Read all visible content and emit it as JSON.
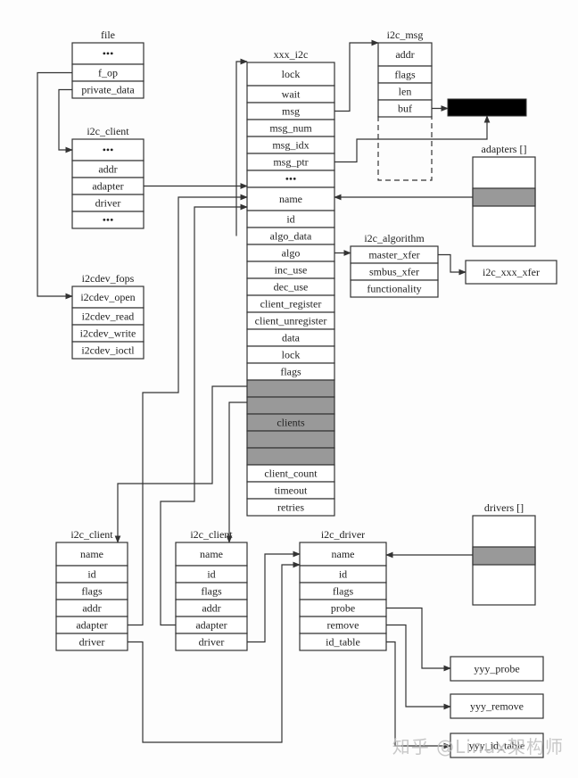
{
  "structures": {
    "file": {
      "title": "file",
      "fields": [
        "•••",
        "f_op",
        "private_data"
      ]
    },
    "i2c_client_top": {
      "title": "i2c_client",
      "fields": [
        "•••",
        "addr",
        "adapter",
        "driver",
        "•••"
      ]
    },
    "i2cdev_fops": {
      "title": "i2cdev_fops",
      "fields": [
        "i2cdev_open",
        "i2cdev_read",
        "i2cdev_write",
        "i2cdev_ioctl"
      ]
    },
    "xxx_i2c": {
      "title": "xxx_i2c",
      "fields": [
        "lock",
        "wait",
        "msg",
        "msg_num",
        "msg_idx",
        "msg_ptr",
        "•••",
        "name",
        "id",
        "algo_data",
        "algo",
        "inc_use",
        "dec_use",
        "client_register",
        "client_unregister",
        "data",
        "lock",
        "flags",
        "",
        "",
        "clients",
        "",
        "",
        "client_count",
        "timeout",
        "retries"
      ],
      "shaded_fields": [
        18,
        19,
        20,
        21,
        22
      ]
    },
    "i2c_msg": {
      "title": "i2c_msg",
      "fields": [
        "addr",
        "flags",
        "len",
        "buf"
      ]
    },
    "adapters": {
      "title": "adapters []"
    },
    "i2c_algorithm": {
      "title": "i2c_algorithm",
      "fields": [
        "master_xfer",
        "smbus_xfer",
        "functionality"
      ]
    },
    "i2c_xxx_xfer": {
      "label": "i2c_xxx_xfer"
    },
    "i2c_client_left": {
      "title": "i2c_client",
      "fields": [
        "name",
        "id",
        "flags",
        "addr",
        "adapter",
        "driver"
      ]
    },
    "i2c_client_mid": {
      "title": "i2c_client",
      "fields": [
        "name",
        "id",
        "flags",
        "addr",
        "adapter",
        "driver"
      ]
    },
    "i2c_driver": {
      "title": "i2c_driver",
      "fields": [
        "name",
        "id",
        "flags",
        "probe",
        "remove",
        "id_table"
      ]
    },
    "drivers": {
      "title": "drivers []"
    },
    "yyy_probe": {
      "label": "yyy_probe"
    },
    "yyy_remove": {
      "label": "yyy_remove"
    },
    "yyy_id_table": {
      "label": "yyy_id_table"
    }
  },
  "watermark": "知乎 @Linux架构师",
  "colors": {
    "line": "#333333",
    "shaded": "#999999",
    "background": "#fdfdfd"
  }
}
